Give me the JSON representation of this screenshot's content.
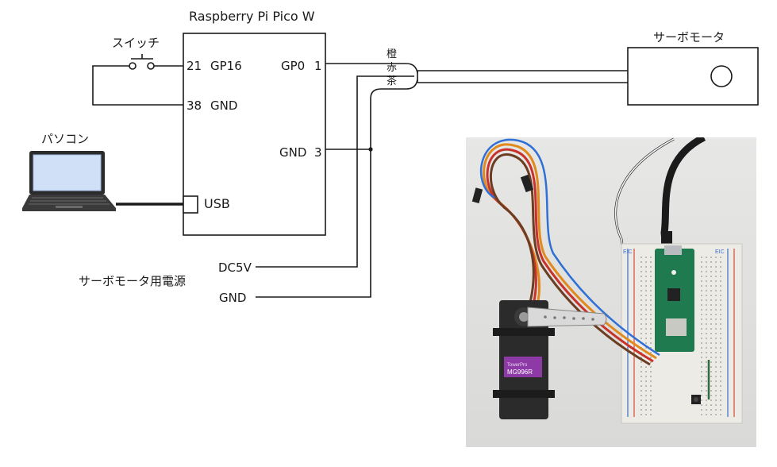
{
  "board": {
    "title": "Raspberry Pi Pico W",
    "pin21": "21",
    "gp16": "GP16",
    "pin38": "38",
    "gnd_left": "GND",
    "gp0": "GP0",
    "pin1": "1",
    "gnd_right": "GND",
    "pin3": "3",
    "usb": "USB"
  },
  "switch": {
    "label": "スイッチ"
  },
  "pc": {
    "label": "パソコン"
  },
  "servo": {
    "label": "サーボモータ"
  },
  "wires": {
    "orange": "橙",
    "red": "赤",
    "brown": "茶"
  },
  "power": {
    "label": "サーボモータ用電源",
    "dc5v": "DC5V",
    "gnd": "GND"
  },
  "photo": {
    "servo_brand": "TowerPro",
    "servo_model": "MG996R",
    "breadboard_mark": "EIC"
  },
  "colors": {
    "line": "#1a1a1a",
    "wire_orange": "#e08a1e",
    "wire_red": "#c8322b",
    "wire_brown": "#6b3d22",
    "wire_blue": "#2f6fd6",
    "pico_green": "#1f7a4f",
    "servo_body": "#2b2b2b",
    "breadboard": "#ecebe6"
  }
}
